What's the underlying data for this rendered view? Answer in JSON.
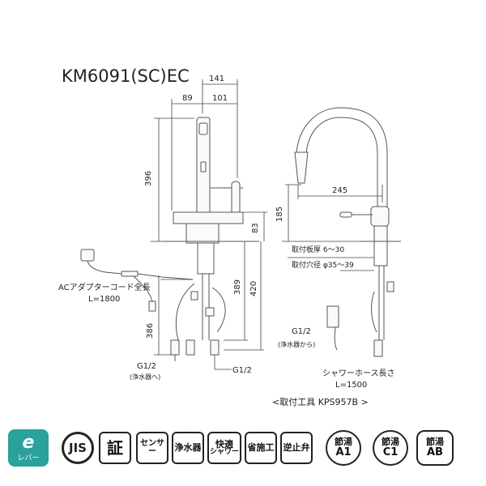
{
  "model": "KM6091(SC)EC",
  "dims": {
    "w141": "141",
    "w89": "89",
    "w101": "101",
    "h396": "396",
    "h83": "83",
    "h389": "389",
    "h420": "420",
    "h386": "386",
    "w245": "245",
    "h185": "185"
  },
  "labels": {
    "ac_adapter": "ACアダプターコード全長",
    "ac_length": "L=1800",
    "g12_left": "G1/2",
    "to_purifier": "(浄水器へ)",
    "g12_bottom": "G1/2",
    "g12_mid": "G1/2",
    "from_purifier": "(浄水器から)",
    "hose_len": "シャワーホース長さ",
    "hose_l": "L=1500",
    "plate_thickness": "取付板厚 6〜30",
    "hole_dia": "取付穴径 φ35〜39",
    "tool": "<取付工具 KPS957B >"
  },
  "badges": {
    "eco_top": "e",
    "eco_bottom": "レバー",
    "jis": "JIS",
    "sho": "証",
    "sensor": "センサー",
    "purifier": "浄水器",
    "comfort_top": "快適",
    "comfort_bottom": "シャワー",
    "easy": "省施工",
    "check_valve": "逆止弁",
    "a1_top": "節湯",
    "a1_bottom": "A1",
    "c1_top": "節湯",
    "c1_bottom": "C1",
    "ab_top": "節湯",
    "ab_bottom": "AB"
  },
  "colors": {
    "eco": "#2aa19a",
    "line": "#444444"
  }
}
